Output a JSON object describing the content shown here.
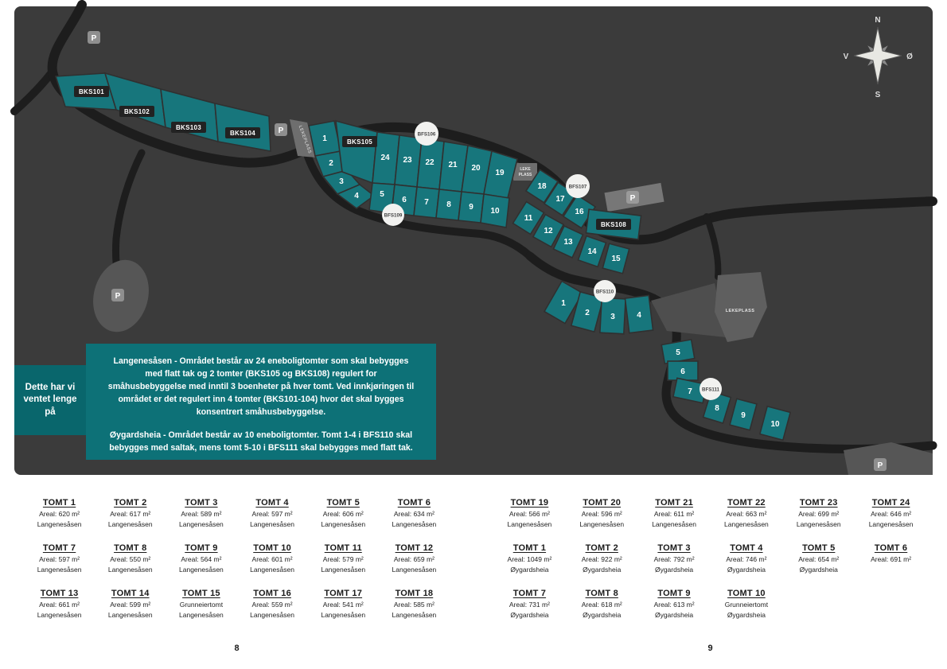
{
  "map": {
    "compass": {
      "north": "N",
      "east": "Ø",
      "south": "S",
      "west": "V"
    },
    "parking": "P",
    "labels": {
      "bks101": "BKS101",
      "bks102": "BKS102",
      "bks103": "BKS103",
      "bks104": "BKS104",
      "bks105": "BKS105",
      "bks108": "BKS108",
      "bfs106": "BFS106",
      "bfs107": "BFS107",
      "bfs109": "BFS109",
      "bfs110": "BFS110",
      "bfs111": "BFS111",
      "lekeplass_strip": "LEKEPLASS",
      "lekeplass_small_1": "LEKE",
      "lekeplass_small_2": "PLASS",
      "lekeplass_right": "LEKEPLASS"
    },
    "plots": {
      "langenesasen": [
        "1",
        "2",
        "3",
        "4",
        "5",
        "6",
        "7",
        "8",
        "9",
        "10",
        "11",
        "12",
        "13",
        "14",
        "15",
        "16",
        "17",
        "18",
        "19",
        "20",
        "21",
        "22",
        "23",
        "24"
      ],
      "oygardsheia": [
        "1",
        "2",
        "3",
        "4",
        "5",
        "6",
        "7",
        "8",
        "9",
        "10"
      ]
    },
    "sidebar_text": "Dette har vi ventet lenge på",
    "info_paragraph_1": "Langenesåsen - Området består av 24 eneboligtomter som skal bebygges med flatt tak og 2 tomter (BKS105 og BKS108) regulert for småhusbebyggelse med inntil 3 boenheter på hver tomt. Ved innkjøringen til området er det regulert inn 4 tomter (BKS101-104) hvor det skal bygges konsentrert  småhusbebyggelse.",
    "info_paragraph_2": "Øygardsheia - Området består av 10 eneboligtomter. Tomt 1-4 i BFS110 skal bebygges med saltak, mens tomt 5-10 i BFS111 skal bebygges med flatt tak."
  },
  "colors": {
    "map_background": "#3b3b3b",
    "road": "#1d1d1d",
    "plot_teal": "#17767c",
    "info_box_teal": "#0d7177",
    "sidebar_teal": "#09666c",
    "parking_gray": "#8f8f8f"
  },
  "listings": {
    "left": {
      "page_number": "8",
      "rows": [
        [
          {
            "title": "TOMT 1",
            "area": "Areal: 620 m²",
            "location": "Langenesåsen"
          },
          {
            "title": "TOMT 2",
            "area": "Areal: 617 m²",
            "location": "Langenesåsen"
          },
          {
            "title": "TOMT 3",
            "area": "Areal: 589 m²",
            "location": "Langenesåsen"
          },
          {
            "title": "TOMT 4",
            "area": "Areal: 597 m²",
            "location": "Langenesåsen"
          },
          {
            "title": "TOMT 5",
            "area": "Areal: 606 m²",
            "location": "Langenesåsen"
          },
          {
            "title": "TOMT 6",
            "area": "Areal: 634 m²",
            "location": "Langenesåsen"
          }
        ],
        [
          {
            "title": "TOMT 7",
            "area": "Areal: 597 m²",
            "location": "Langenesåsen"
          },
          {
            "title": "TOMT 8",
            "area": "Areal: 550 m²",
            "location": "Langenesåsen"
          },
          {
            "title": "TOMT 9",
            "area": "Areal: 564 m²",
            "location": "Langenesåsen"
          },
          {
            "title": "TOMT 10",
            "area": "Areal: 601 m²",
            "location": "Langenesåsen"
          },
          {
            "title": "TOMT 11",
            "area": "Areal: 579 m²",
            "location": "Langenesåsen"
          },
          {
            "title": "TOMT 12",
            "area": "Areal: 659 m²",
            "location": "Langenesåsen"
          }
        ],
        [
          {
            "title": "TOMT 13",
            "area": "Areal: 661 m²",
            "location": "Langenesåsen"
          },
          {
            "title": "TOMT 14",
            "area": "Areal: 599 m²",
            "location": "Langenesåsen"
          },
          {
            "title": "TOMT 15",
            "area": "Grunneiertomt",
            "location": "Langenesåsen"
          },
          {
            "title": "TOMT 16",
            "area": "Areal: 559 m²",
            "location": "Langenesåsen"
          },
          {
            "title": "TOMT 17",
            "area": "Areal: 541 m²",
            "location": "Langenesåsen"
          },
          {
            "title": "TOMT 18",
            "area": "Areal: 585 m²",
            "location": "Langenesåsen"
          }
        ]
      ]
    },
    "right": {
      "page_number": "9",
      "rows": [
        [
          {
            "title": "TOMT 19",
            "area": "Areal: 566 m²",
            "location": "Langenesåsen"
          },
          {
            "title": "TOMT 20",
            "area": "Areal: 596 m²",
            "location": "Langenesåsen"
          },
          {
            "title": "TOMT 21",
            "area": "Areal: 611 m²",
            "location": "Langenesåsen"
          },
          {
            "title": "TOMT 22",
            "area": "Areal: 663 m²",
            "location": "Langenesåsen"
          },
          {
            "title": "TOMT 23",
            "area": "Areal: 699 m²",
            "location": "Langenesåsen"
          },
          {
            "title": "TOMT 24",
            "area": "Areal: 646 m²",
            "location": "Langenesåsen"
          }
        ],
        [
          {
            "title": "TOMT 1",
            "area": "Areal: 1049 m²",
            "location": "Øygardsheia"
          },
          {
            "title": "TOMT 2",
            "area": "Areal: 922 m²",
            "location": "Øygardsheia"
          },
          {
            "title": "TOMT 3",
            "area": "Areal: 792 m²",
            "location": "Øygardsheia"
          },
          {
            "title": "TOMT 4",
            "area": "Areal: 746 m²",
            "location": "Øygardsheia"
          },
          {
            "title": "TOMT 5",
            "area": "Areal: 654 m²",
            "location": "Øygardsheia"
          },
          {
            "title": "TOMT 6",
            "area": "Areal: 691 m²",
            "location": ""
          }
        ],
        [
          {
            "title": "TOMT 7",
            "area": "Areal: 731 m²",
            "location": "Øygardsheia"
          },
          {
            "title": "TOMT 8",
            "area": "Areal: 618 m²",
            "location": "Øygardsheia"
          },
          {
            "title": "TOMT 9",
            "area": "Areal: 613 m²",
            "location": "Øygardsheia"
          },
          {
            "title": "TOMT 10",
            "area": "Grunneiertomt",
            "location": "Øygardsheia"
          }
        ]
      ]
    }
  }
}
